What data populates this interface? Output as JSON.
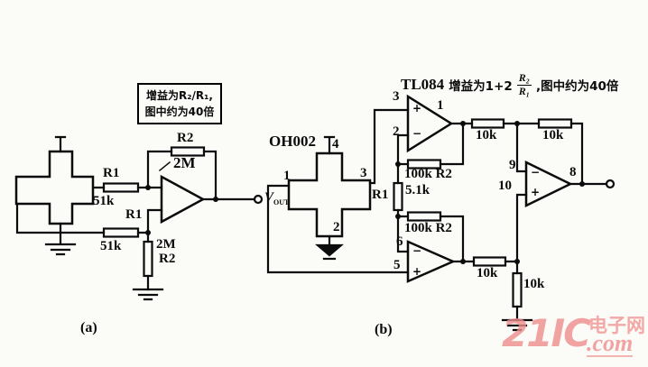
{
  "colors": {
    "background": "#fbfbf8",
    "line": "#0b0b0b",
    "watermark_pink": "#ee8e8c"
  },
  "panel_a": {
    "caption": "(a)",
    "note": {
      "line1": "增益为R₂/R₁,",
      "line2": "图中约为40倍"
    },
    "resistors": {
      "r1_top_name": "R1",
      "r1_top_value": "51k",
      "r2_feedback_name": "R2",
      "r2_feedback_value": "2M",
      "r1_bottom_name": "R1",
      "r1_bottom_value": "51k",
      "r2_ground_value": "2M",
      "r2_ground_name": "R2"
    },
    "output": {
      "main": "V",
      "sub": "OUT"
    }
  },
  "panel_b": {
    "caption": "(b)",
    "note": {
      "chip": "TL084",
      "prefix": "增益为1+2",
      "frac_num": "R₂",
      "frac_den": "R₁",
      "suffix": ",图中约为40倍"
    },
    "sensor": {
      "label": "OH002",
      "pin_left": "1",
      "pin_top": "4",
      "pin_right": "3",
      "pin_bottom": "2"
    },
    "resistors": {
      "r1_name": "R1",
      "r1_value": "5.1k",
      "feedback_top": "100k R2",
      "feedback_bottom": "100k R2",
      "r_out_top1": "10k",
      "r_out_top2": "10k",
      "r_out_bottom": "10k",
      "r_gnd": "10k"
    },
    "opamp_top": {
      "pin_noninv": "3",
      "pin_inv": "2",
      "pin_out": "1"
    },
    "opamp_bottom": {
      "pin_inv": "6",
      "pin_noninv": "5"
    },
    "opamp_diff": {
      "pin_inv": "9",
      "pin_noninv": "10",
      "pin_out": "8"
    },
    "signs": {
      "plus": "+",
      "minus": "−"
    }
  },
  "watermark": {
    "brand": "21IC",
    "cn": "电子网",
    "domain": ".com"
  }
}
